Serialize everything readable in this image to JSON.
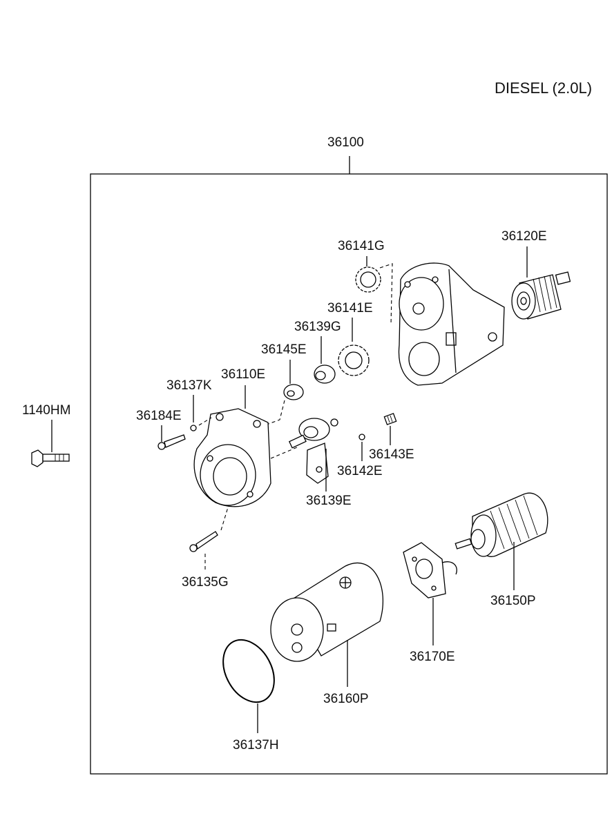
{
  "header": {
    "engine_label": "DIESEL (2.0L)"
  },
  "assembly": {
    "label": "36100"
  },
  "parts": {
    "p1140HM": "1140HM",
    "p36120E": "36120E",
    "p36141G": "36141G",
    "p36141E": "36141E",
    "p36139G": "36139G",
    "p36145E": "36145E",
    "p36110E": "36110E",
    "p36137K": "36137K",
    "p36184E": "36184E",
    "p36143E": "36143E",
    "p36142E": "36142E",
    "p36139E": "36139E",
    "p36135G": "36135G",
    "p36150P": "36150P",
    "p36170E": "36170E",
    "p36160P": "36160P",
    "p36137H": "36137H"
  }
}
